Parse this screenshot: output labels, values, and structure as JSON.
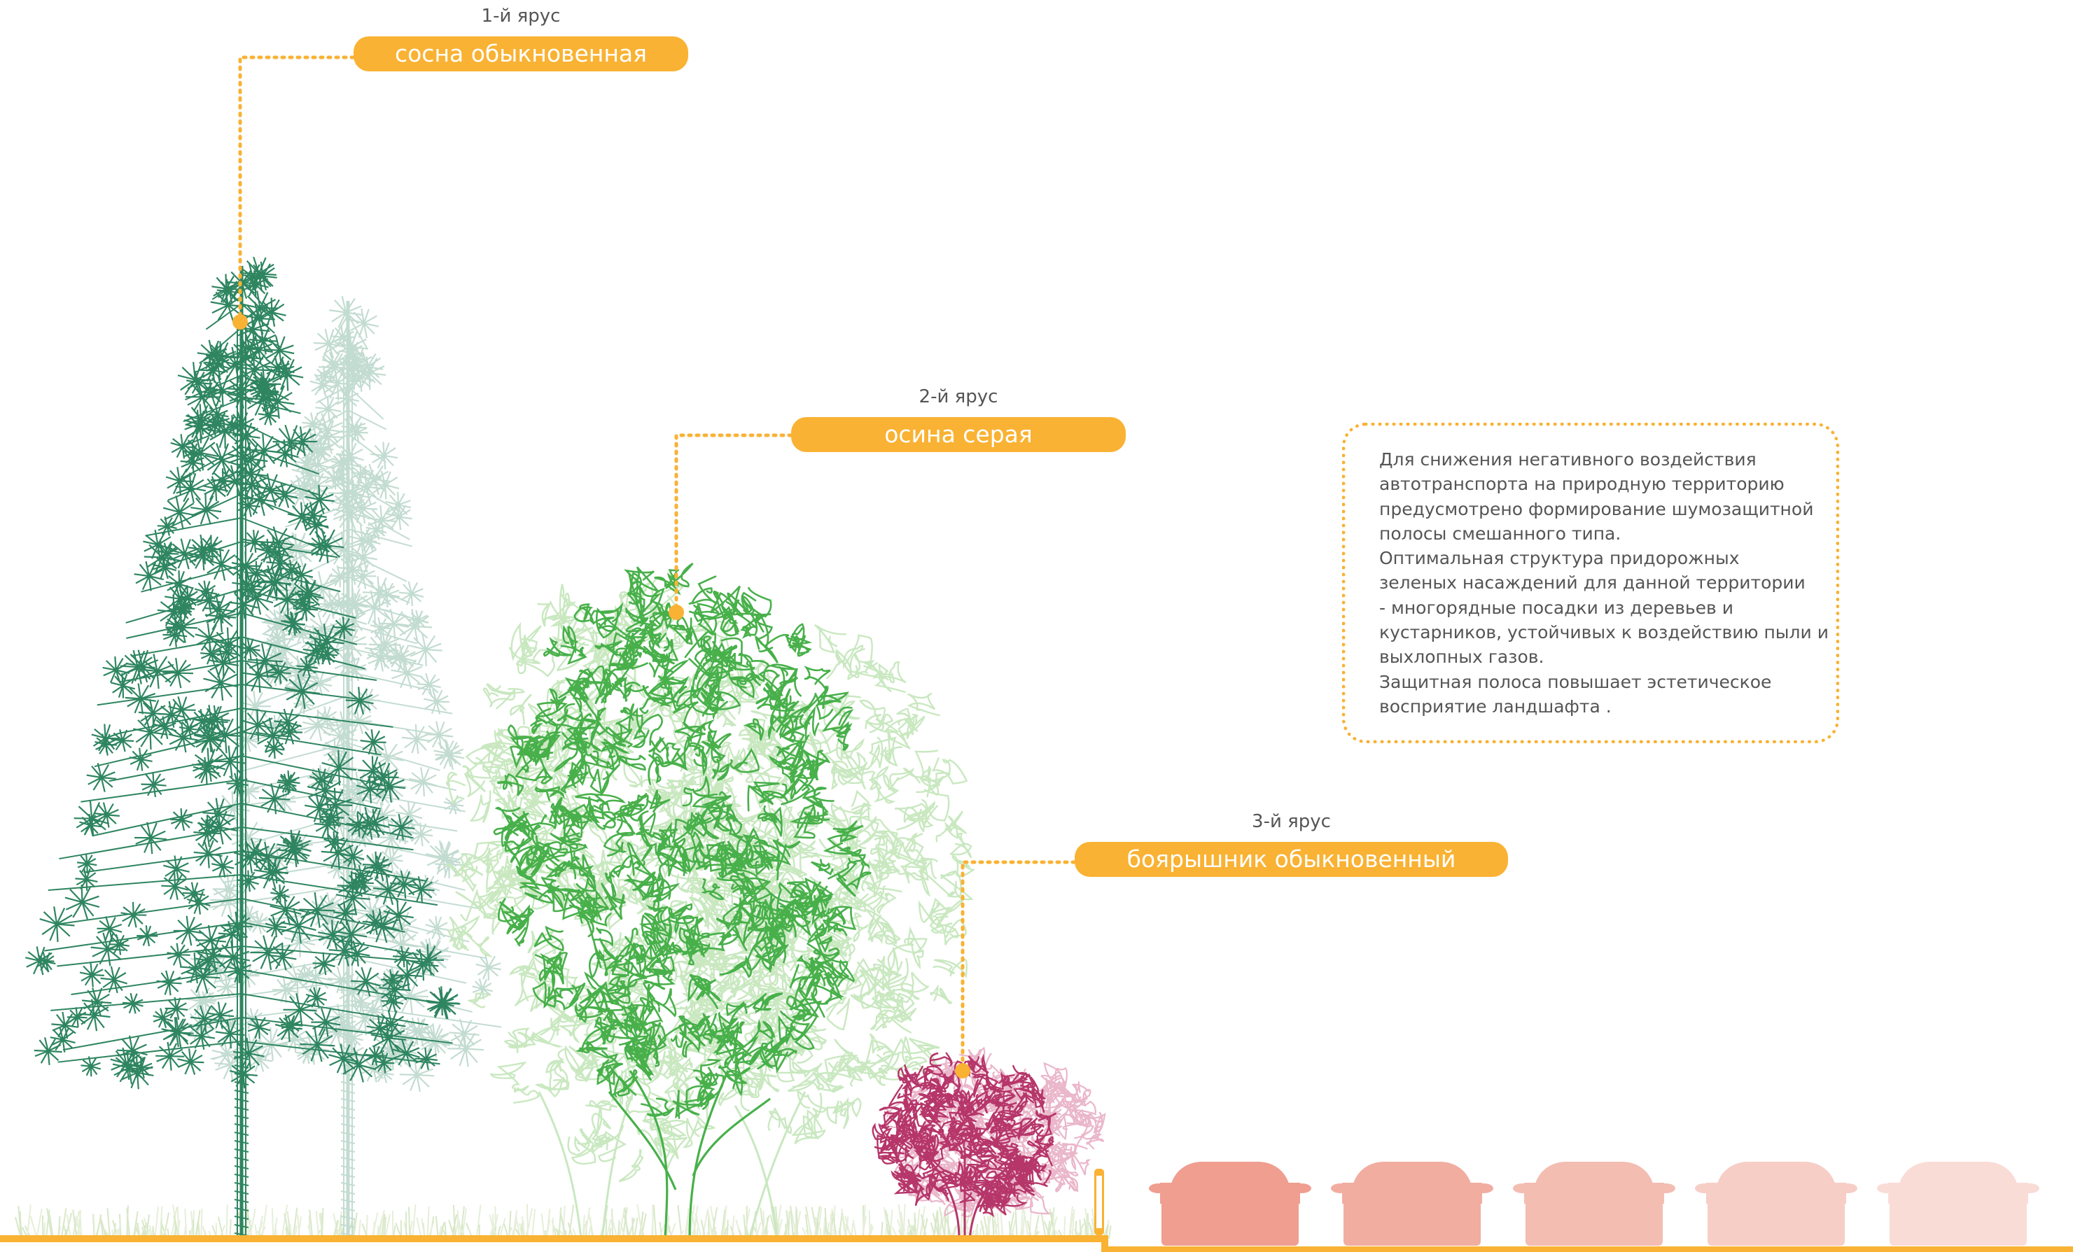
{
  "tiers": [
    {
      "tier_label": "1-й ярус",
      "species": "сосна обыкновенная"
    },
    {
      "tier_label": "2-й ярус",
      "species": "осина серая"
    },
    {
      "tier_label": "3-й ярус",
      "species": "боярышник обыкновенный"
    }
  ],
  "info": {
    "lines": [
      "Для снижения негативного воздействия",
      "автотранспорта на природную территорию",
      "предусмотрено формирование шумозащитной",
      "полосы смешанного типа.",
      "Оптимальная структура придорожных",
      "зеленых насаждений для данной территории",
      "- многорядные посадки из деревьев и",
      "кустарников, устойчивых к воздействию пыли и",
      "выхлопных газов.",
      "Защитная полоса повышает эстетическое",
      "восприятие ландшафта ."
    ]
  },
  "colors": {
    "accent": "#f9b233",
    "pine": "#2e8560",
    "pine_light": "#c3dcd2",
    "aspen": "#48b04a",
    "aspen_light": "#c9e8c0",
    "hawthorn": "#b6366a",
    "hawthorn_light": "#eab6ca",
    "cars": [
      "#ef9e90",
      "#f1ada0",
      "#f3bdb2",
      "#f6cec6",
      "#fadcd7"
    ],
    "text": "#555555"
  },
  "icons": [
    "pine-tree-icon",
    "aspen-tree-icon",
    "hawthorn-shrub-icon",
    "car-icon",
    "bollard-icon"
  ]
}
